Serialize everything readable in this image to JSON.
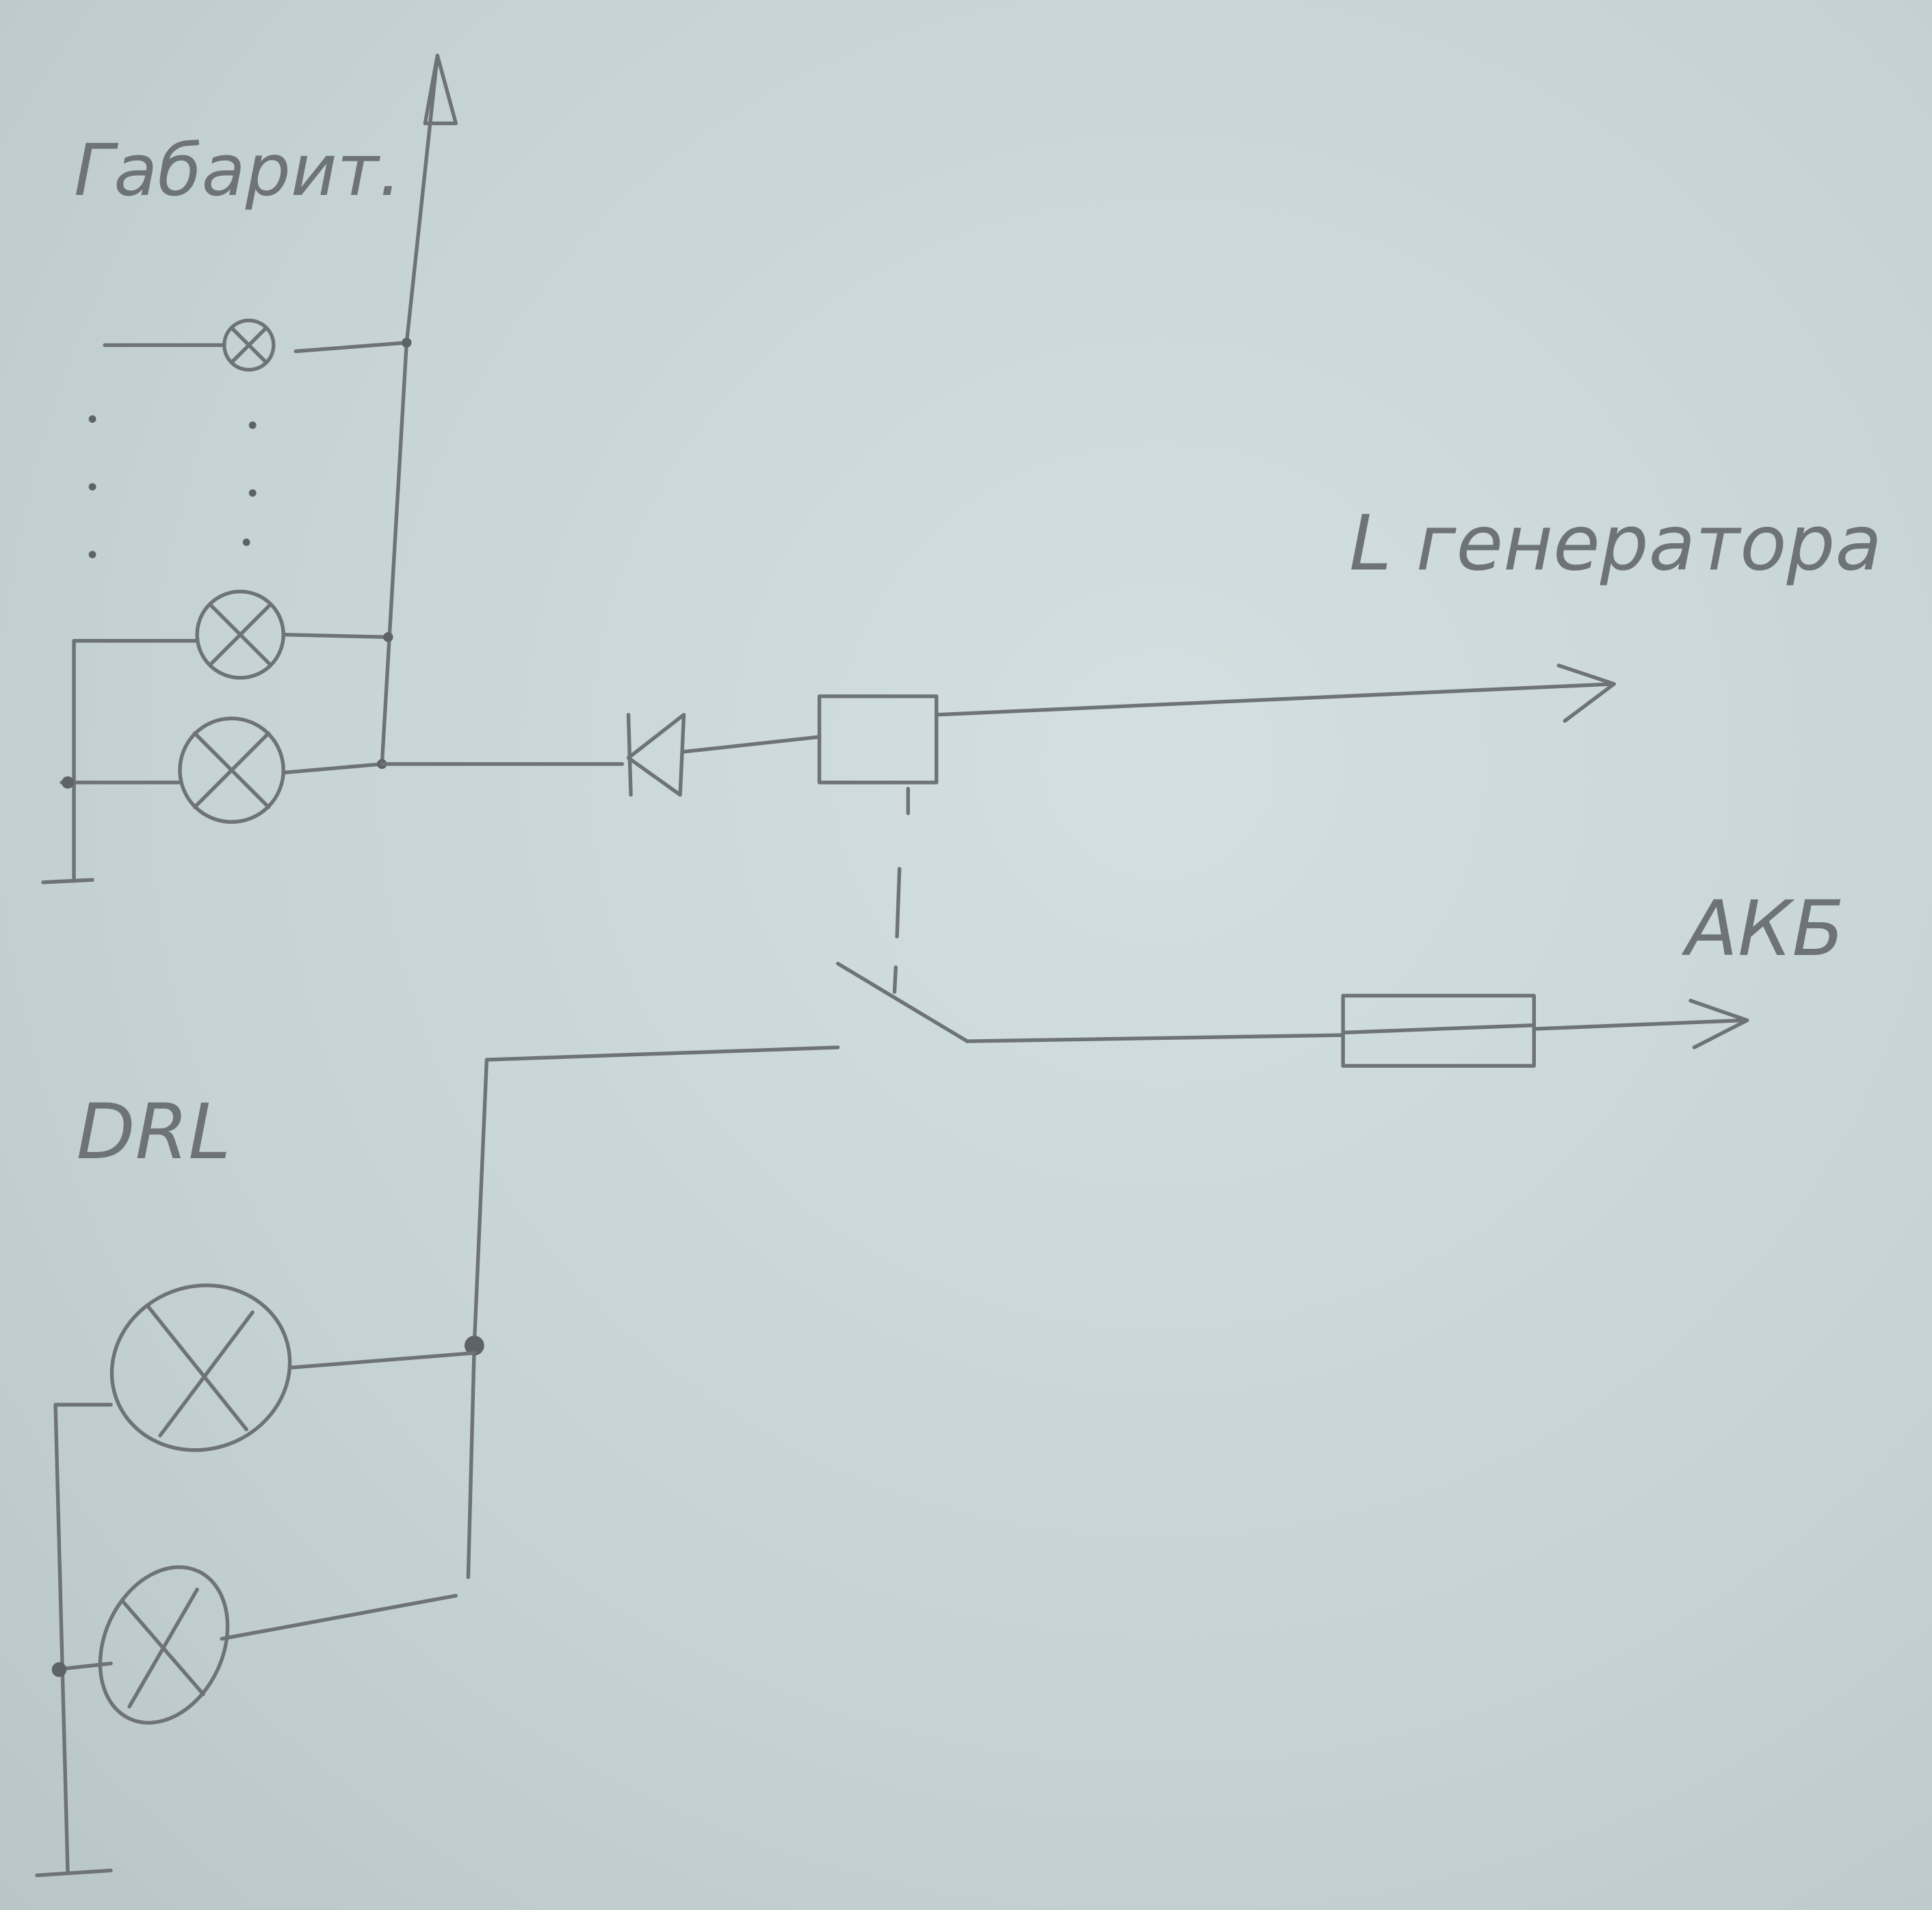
{
  "labels": {
    "parking_lights": "Габарит.",
    "generator": "L генератора",
    "battery": "АКБ",
    "drl": "DRL"
  },
  "colors": {
    "paper": "#c9d6d8",
    "pencil": "#6d7376"
  }
}
